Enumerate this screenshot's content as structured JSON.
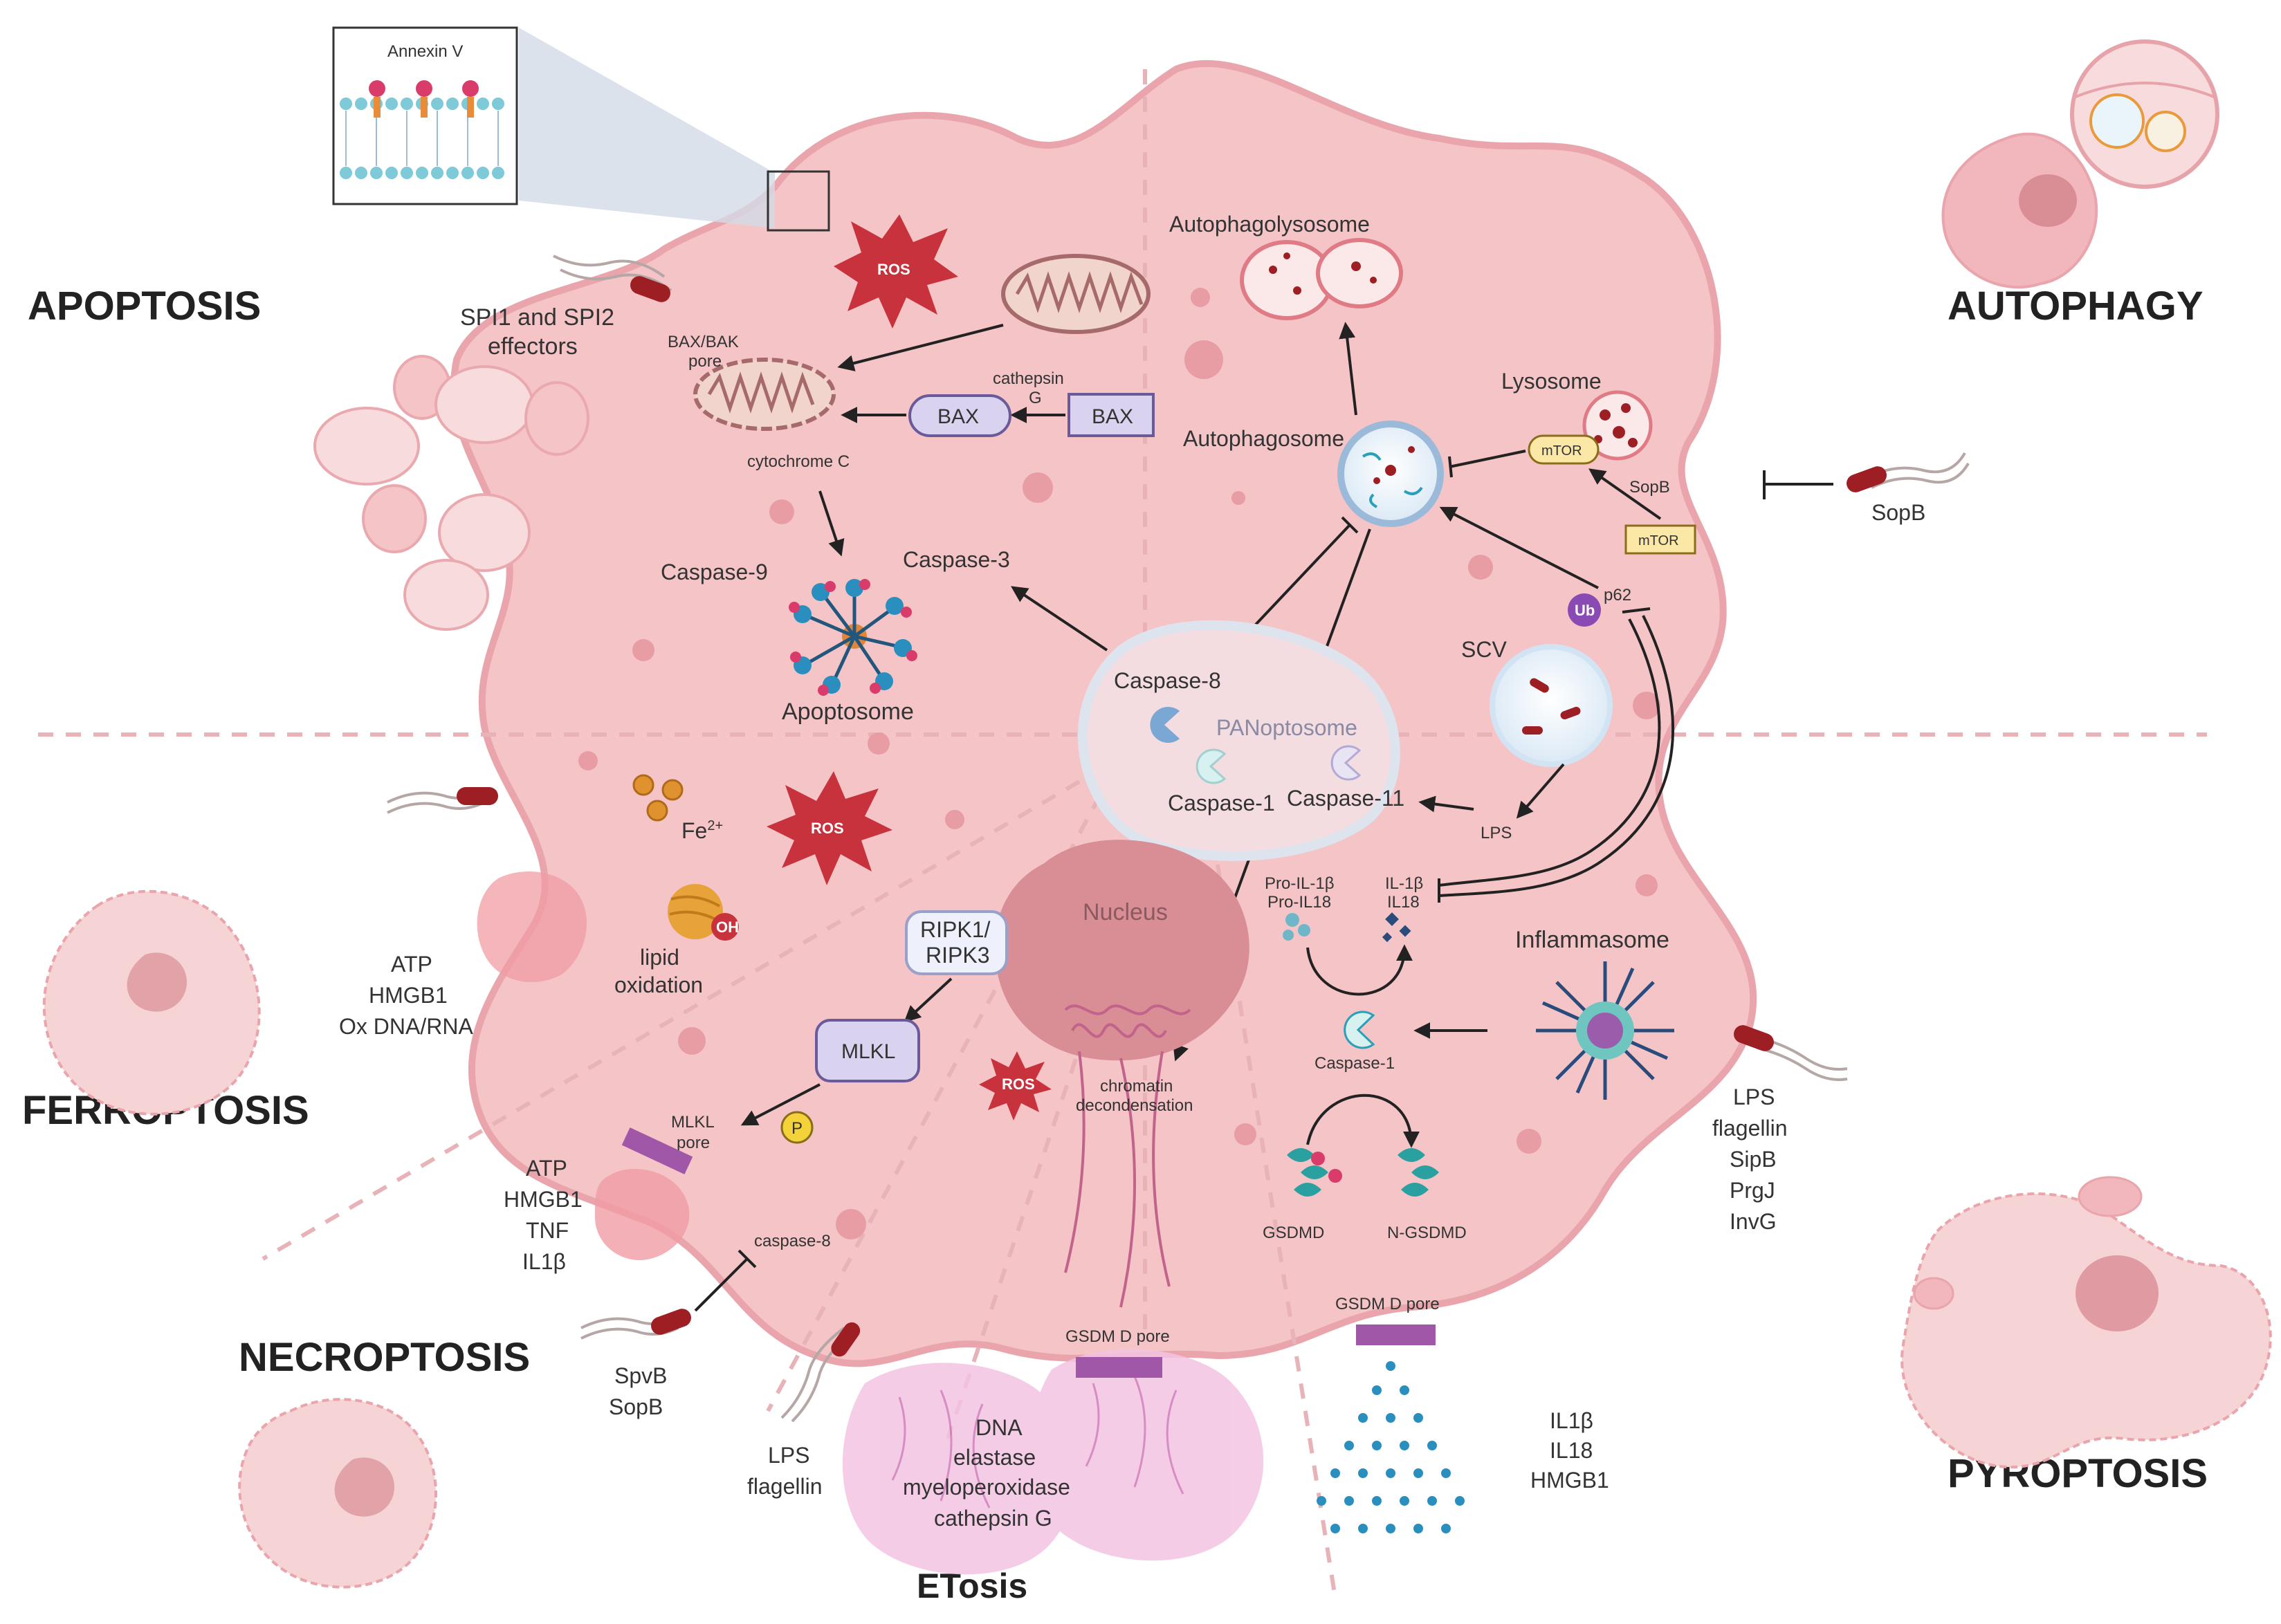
{
  "titles": {
    "apoptosis": "APOPTOSIS",
    "autophagy": "AUTOPHAGY",
    "ferroptosis": "FERROPTOSIS",
    "necroptosis": "NECROPTOSIS",
    "pyroptosis": "PYROPTOSIS",
    "etosis": "ETosis"
  },
  "apoptosis": {
    "annexin": "Annexin V",
    "effectors_1": "SPI1 and SPI2",
    "effectors_2": "effectors",
    "ros": "ROS",
    "baxbak_1": "BAX/BAK",
    "baxbak_2": "pore",
    "cathepsin_1": "cathepsin",
    "cathepsin_2": "G",
    "bax": "BAX",
    "cytochrome": "cytochrome C",
    "caspase9": "Caspase-9",
    "caspase3": "Caspase-3",
    "apoptosome": "Apoptosome"
  },
  "autophagy": {
    "autophagolysosome": "Autophagolysosome",
    "lysosome": "Lysosome",
    "autophagosome": "Autophagosome",
    "mtor": "mTOR",
    "sopb": "SopB",
    "sopb_ext": "SopB",
    "p62": "p62",
    "ub": "Ub",
    "scv": "SCV"
  },
  "center": {
    "caspase8": "Caspase-8",
    "panoptosome": "PANoptosome",
    "caspase1": "Caspase-1",
    "caspase11": "Caspase-11",
    "lps": "LPS",
    "nucleus": "Nucleus",
    "chromatin_1": "chromatin",
    "chromatin_2": "decondensation"
  },
  "ferroptosis": {
    "fe": "Fe",
    "fe_sup": "2+",
    "ros": "ROS",
    "oh": "OH",
    "lipid_1": "lipid",
    "lipid_2": "oxidation",
    "release": [
      "ATP",
      "HMGB1",
      "Ox DNA/RNA"
    ]
  },
  "necroptosis": {
    "ripk_1": "RIPK1/",
    "ripk_2": "RIPK3",
    "mlkl": "MLKL",
    "p": "P",
    "mlkl_pore_1": "MLKL",
    "mlkl_pore_2": "pore",
    "caspase8": "caspase-8",
    "release": [
      "ATP",
      "HMGB1",
      "TNF",
      "IL1β"
    ],
    "bacteria": [
      "SpvB",
      "SopB"
    ],
    "ros_small": "ROS"
  },
  "pyroptosis": {
    "pro_1": "Pro-IL-1β",
    "pro_2": "Pro-IL18",
    "il_1": "IL-1β",
    "il_2": "IL18",
    "inflammasome": "Inflammasome",
    "caspase1": "Caspase-1",
    "gsdmd": "GSDMD",
    "ngsdmd": "N-GSDMD",
    "pore": "GSDM D pore",
    "release": [
      "IL1β",
      "IL18",
      "HMGB1"
    ],
    "triggers": [
      "LPS",
      "flagellin",
      "SipB",
      "PrgJ",
      "InvG"
    ]
  },
  "etosis": {
    "pore": "GSDM D pore",
    "release": [
      "DNA",
      "elastase",
      "myeloperoxidase",
      "cathepsin G"
    ],
    "triggers": [
      "LPS",
      "flagellin"
    ]
  },
  "colors": {
    "cell_fill": "#f4c4c7",
    "cell_stroke": "#e8a9ae",
    "nucleus": "#d98d94",
    "pore": "#a057a8",
    "box": "#d9d3f0",
    "ros": "#c8323c",
    "bacterium": "#9d1f24"
  }
}
